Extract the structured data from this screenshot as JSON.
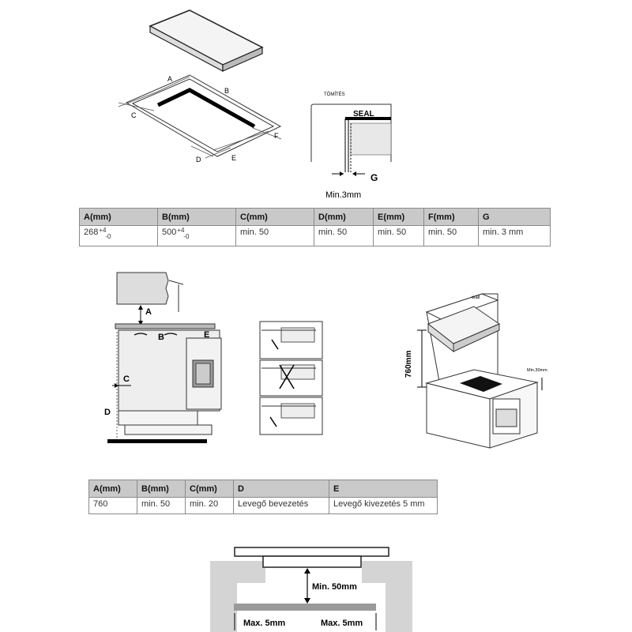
{
  "fig1": {
    "seal_title": "TÖMÍTÉS",
    "seal_label": "SEAL",
    "labels": {
      "a": "A",
      "b": "B",
      "c": "C",
      "d": "D",
      "e": "E",
      "f": "F",
      "g": "G"
    },
    "min_gap": "Min.3mm"
  },
  "table1": {
    "headers": [
      "A(mm)",
      "B(mm)",
      "C(mm)",
      "D(mm)",
      "E(mm)",
      "F(mm)",
      "G"
    ],
    "a_main": "268",
    "a_plus": "+4",
    "a_minus": "-0",
    "b_main": "500",
    "b_plus": "+4",
    "b_minus": "-0",
    "c": "min. 50",
    "d": "min. 50",
    "e": "min. 50",
    "f": "min. 50",
    "g": "min. 3 mm"
  },
  "fig2": {
    "labels": {
      "a": "A",
      "b": "B",
      "c": "C",
      "d": "D",
      "e": "E"
    },
    "wall": "wall",
    "height": "760mm",
    "min_side": "Min.30mm"
  },
  "table2": {
    "headers": [
      "A(mm)",
      "B(mm)",
      "C(mm)",
      "D",
      "E"
    ],
    "row": [
      "760",
      "min. 50",
      "min. 20",
      "Levegő bevezetés",
      "Levegő kivezetés 5 mm"
    ]
  },
  "fig3": {
    "min_depth": "Min. 50mm",
    "max_left": "Max. 5mm",
    "max_right": "Max. 5mm"
  }
}
